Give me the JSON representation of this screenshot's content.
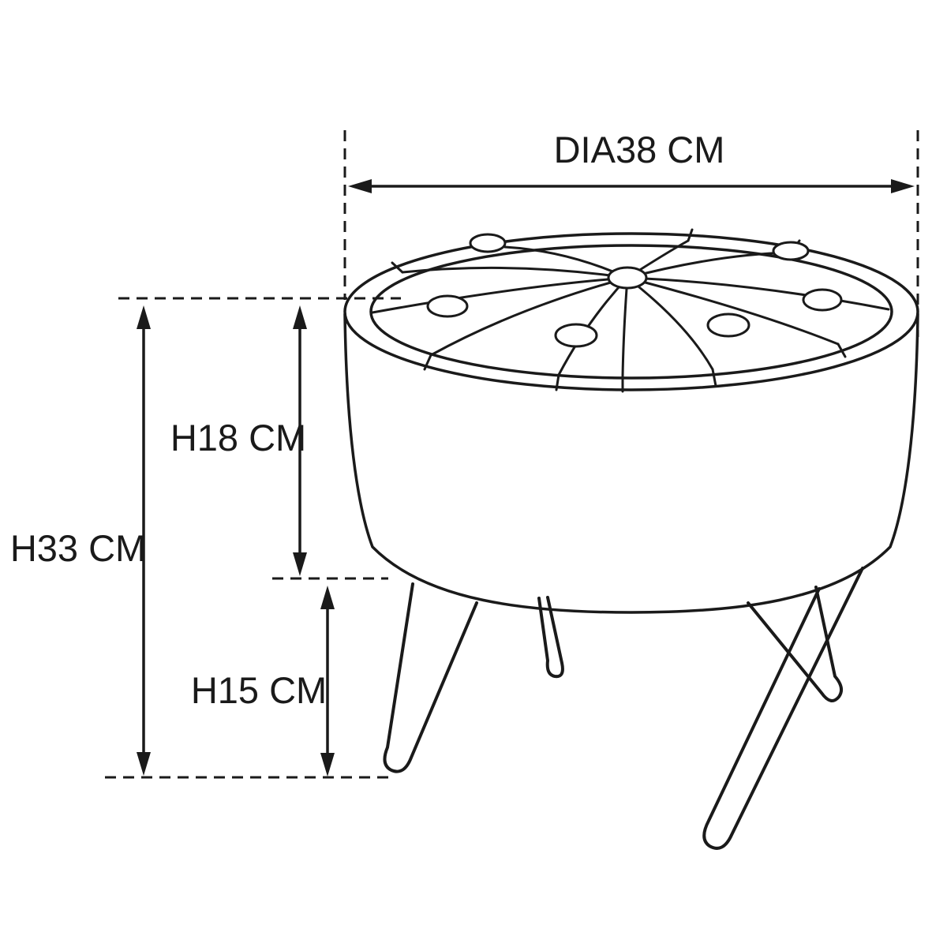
{
  "diagram": {
    "name": "Round tufted ottoman with hairpin legs — dimension drawing",
    "labels": {
      "diameter": "DIA38 CM",
      "total_height": "H33 CM",
      "body_height": "H18 CM",
      "leg_height": "H15 CM"
    },
    "colors": {
      "line": "#1a1a1a",
      "background": "#ffffff"
    }
  }
}
